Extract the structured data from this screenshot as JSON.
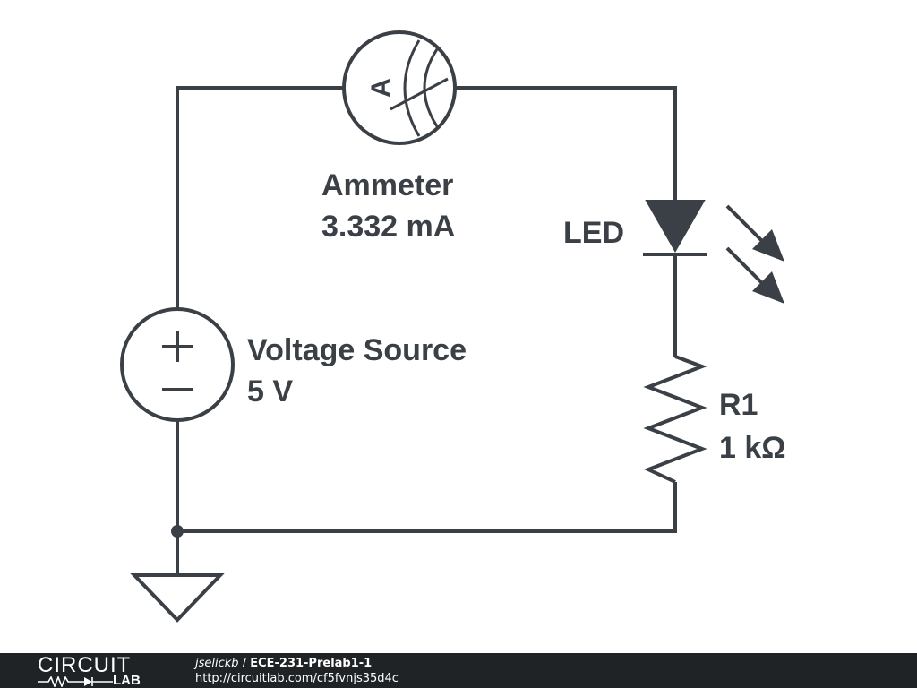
{
  "colors": {
    "wire": "#3a4046",
    "background": "#ffffff",
    "footer_bg": "#1f2326",
    "footer_text": "#ffffff"
  },
  "components": {
    "ammeter": {
      "symbol": "A",
      "name": "Ammeter",
      "value": "3.332 mA"
    },
    "led": {
      "name": "LED"
    },
    "voltage_source": {
      "plus": "+",
      "minus": "−",
      "name": "Voltage Source",
      "value": "5 V"
    },
    "resistor": {
      "name": "R1",
      "value": "1 kΩ"
    },
    "ground": {
      "icon": "ground-icon"
    }
  },
  "footer": {
    "brand_top": "CIRCUIT",
    "brand_bottom": "LAB",
    "user": "jselickb",
    "separator": " / ",
    "project": "ECE-231-Prelab1-1",
    "url": "http://circuitlab.com/cf5fvnjs35d4c"
  }
}
